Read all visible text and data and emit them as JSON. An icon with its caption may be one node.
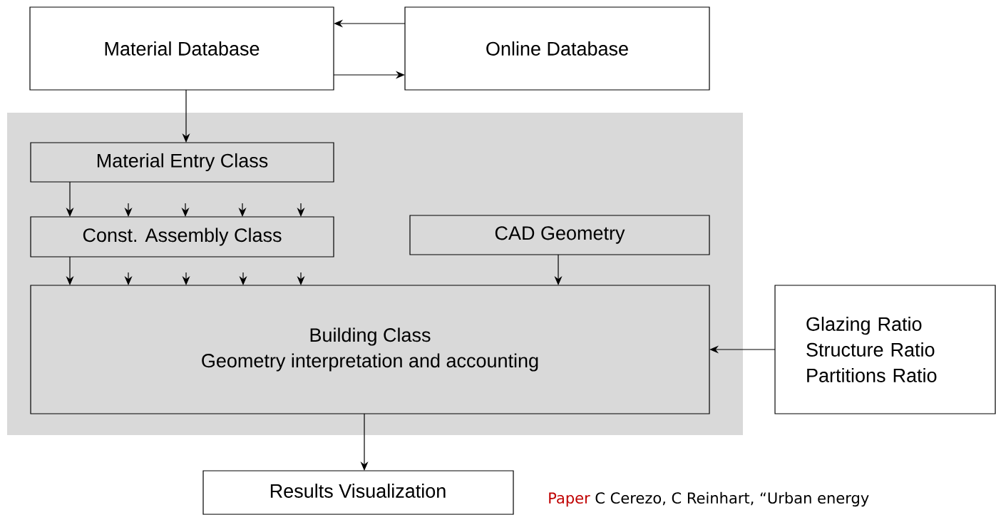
{
  "diagram": {
    "nodes": [
      {
        "text": [
          "Material Database"
        ]
      },
      {
        "text": [
          "Online Database"
        ]
      },
      {
        "text": [],
        "shape": "box"
      },
      {
        "text": [
          "Material Entry Class"
        ],
        "in": 2
      },
      {
        "text": [
          "Const. Assembly Class"
        ],
        "in": 2
      },
      {
        "text": [
          "CAD Geometry"
        ],
        "in": 2
      },
      {
        "text": [
          "Building Class",
          "Geometry interpretation and accounting"
        ],
        "in": 2
      },
      {
        "text": [
          "Glazing Ratio",
          "Structure Ratio",
          "Partitions Ratio"
        ]
      },
      {
        "text": [
          "Results Visualization"
        ]
      }
    ],
    "edges": [
      {
        "from": 1,
        "to": 0,
        "arrow": "to"
      },
      {
        "from": 0,
        "to": 1,
        "arrow": "to"
      },
      {
        "from": 0,
        "to": 3,
        "arrow": "to"
      },
      {
        "from": 3,
        "to": 4,
        "arrow": "to"
      },
      {
        "from": null,
        "to": 4,
        "arrow": "to"
      },
      {
        "from": null,
        "to": 4,
        "arrow": "to"
      },
      {
        "from": null,
        "to": 4,
        "arrow": "to"
      },
      {
        "from": null,
        "to": 4,
        "arrow": "to"
      },
      {
        "from": 4,
        "to": 6,
        "arrow": "to"
      },
      {
        "from": null,
        "to": 6,
        "arrow": "to"
      },
      {
        "from": null,
        "to": 6,
        "arrow": "to"
      },
      {
        "from": null,
        "to": 6,
        "arrow": "to"
      },
      {
        "from": null,
        "to": 6,
        "arrow": "to"
      },
      {
        "from": 5,
        "to": 6,
        "arrow": "to"
      },
      {
        "from": 7,
        "to": 6,
        "arrow": "to"
      },
      {
        "from": 6,
        "to": 8,
        "arrow": "to"
      }
    ],
    "labels": [
      "Paper",
      "C Cerezo, C Reinhart, “Urban energy"
    ]
  }
}
